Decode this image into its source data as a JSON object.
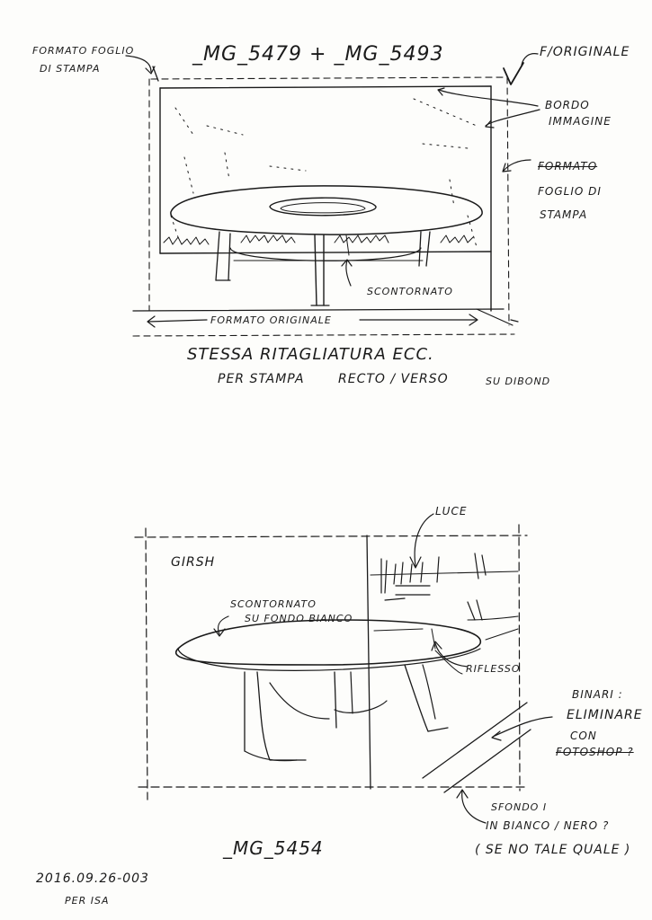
{
  "sheet_top": {
    "title": "_MG_5479 + _MG_5493",
    "note_format_sheet": [
      "FORMATO FOGLIO",
      "DI STAMPA"
    ],
    "note_original": "F/ORIGINALE",
    "note_image_border": [
      "BORDO",
      "IMMAGINE"
    ],
    "note_format_print": [
      "FORMATO",
      "FOGLIO DI",
      "STAMPA"
    ],
    "note_cutout": "SCONTORNATO",
    "note_original_format": "FORMATO ORIGINALE",
    "caption_line1": "STESSA RITAGLIATURA ECC.",
    "caption_line2_a": "PER STAMPA",
    "caption_line2_b": "RECTO / VERSO",
    "caption_line2_c": "SU DIBOND"
  },
  "sheet_bottom": {
    "label_girsh": "GIRSH",
    "note_light": "LUCE",
    "note_cutout_white": [
      "SCONTORNATO",
      "SU FONDO BIANCO"
    ],
    "note_reflection": "RIFLESSO",
    "note_rails": [
      "BINARI :",
      "ELIMINARE",
      "CON",
      "FOTOSHOP ?"
    ],
    "note_background": [
      "SFONDO I",
      "IN BIANCO / NERO ?",
      "( SE NO TALE QUALE )"
    ],
    "file_label": "_MG_5454"
  },
  "footer": {
    "date": "2016.09.26-003",
    "recipient": "PER ISA"
  }
}
